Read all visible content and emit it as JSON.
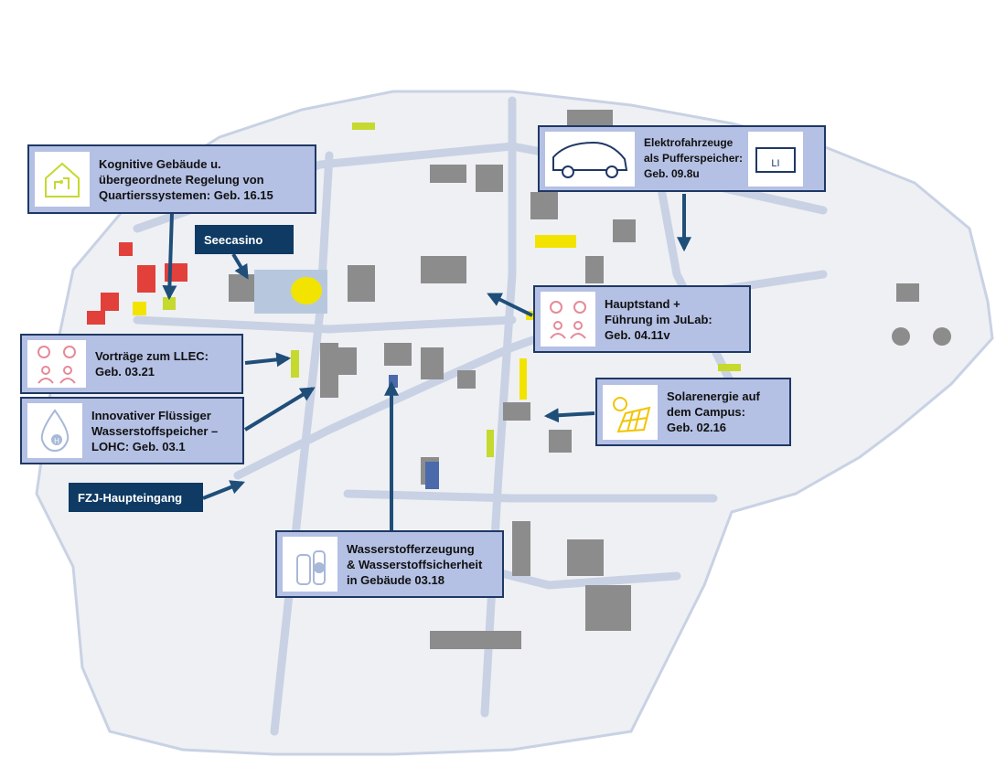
{
  "map": {
    "colors": {
      "background": "#ffffff",
      "campus_area": "#eef0f4",
      "road": "#c9d2e4",
      "building": "#8c8c8c",
      "highlight_yellow": "#f2e400",
      "highlight_green": "#c6d92e",
      "heatmap_red": "#e2403a",
      "arrow": "#1f4e79",
      "callout_fill": "#b4c0e4",
      "callout_border": "#1f3864",
      "dark_label": "#0e3a63"
    },
    "labels": {
      "seecasino": "Seecasino",
      "main_entrance": "FZJ-Haupteingang"
    },
    "callouts": {
      "smart_buildings": {
        "icon": "smart-building-icon",
        "text": "Kognitive Gebäude u.\nübergeordnete Regelung von\nQuartierssystemen: Geb. 16.15"
      },
      "ev_storage": {
        "icon": "electric-car-icon",
        "icon2": "battery-li-icon",
        "text": "Elektrofahrzeuge\nals Pufferspeicher:\nGeb. 09.8u"
      },
      "main_booth": {
        "icon": "people-talking-icon",
        "text": "Hauptstand +\nFührung im JuLab:\nGeb. 04.11v"
      },
      "llec_talks": {
        "icon": "people-talking-icon",
        "text": "Vorträge zum LLEC:\nGeb. 03.21"
      },
      "lohc_storage": {
        "icon": "hydrogen-drop-icon",
        "text": "Innovativer Flüssiger\nWasserstoffspeicher –\nLOHC: Geb. 03.1"
      },
      "solar": {
        "icon": "solar-panel-icon",
        "text": "Solarenergie auf\ndem Campus:\nGeb. 02.16"
      },
      "hydrogen_production": {
        "icon": "hydrogen-cylinder-icon",
        "text": "Wasserstofferzeugung\n& Wasserstoffsicherheit\nin Gebäude 03.18"
      }
    }
  }
}
